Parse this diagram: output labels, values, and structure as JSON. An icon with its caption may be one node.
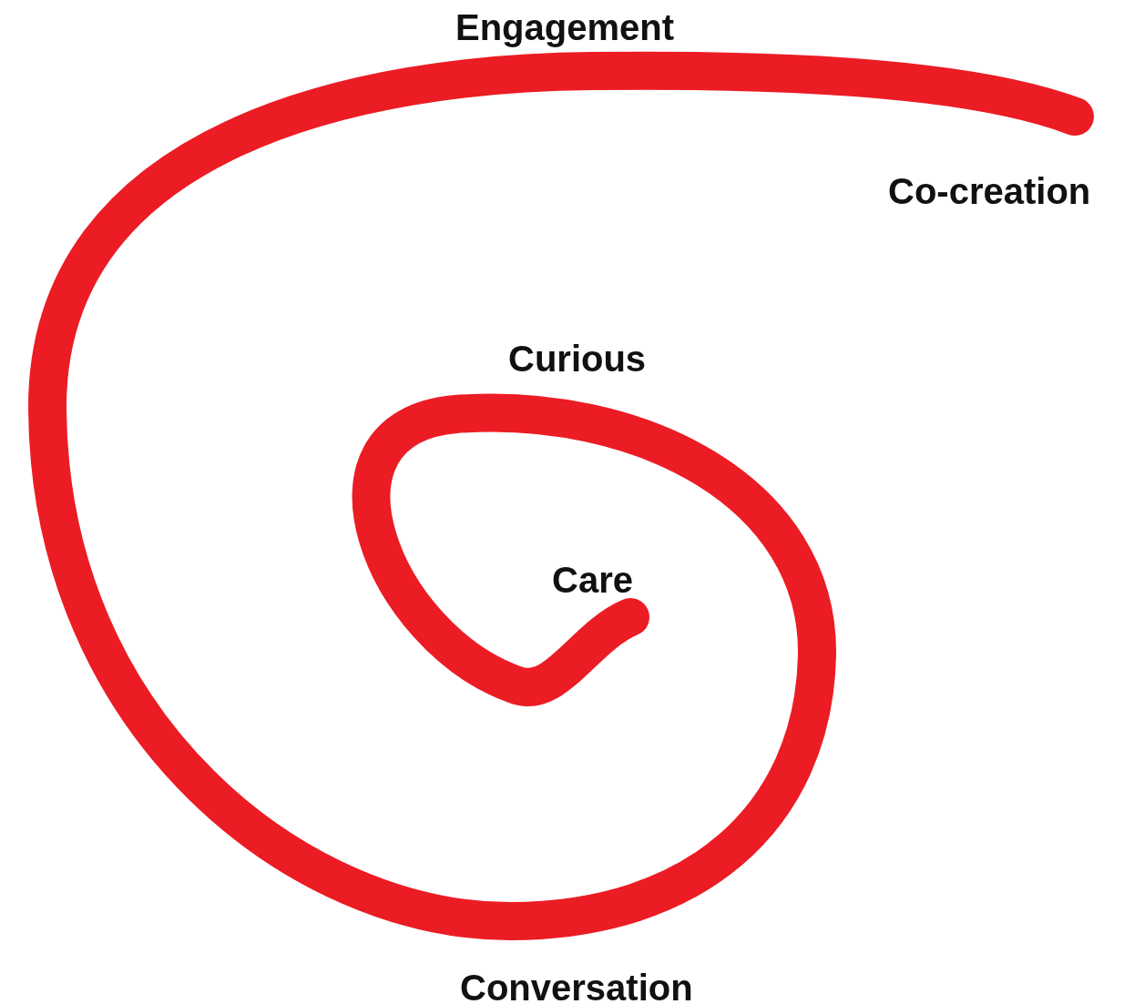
{
  "diagram": {
    "labels": [
      "Engagement",
      "Co-creation",
      "Curious",
      "Care",
      "Conversation"
    ]
  }
}
